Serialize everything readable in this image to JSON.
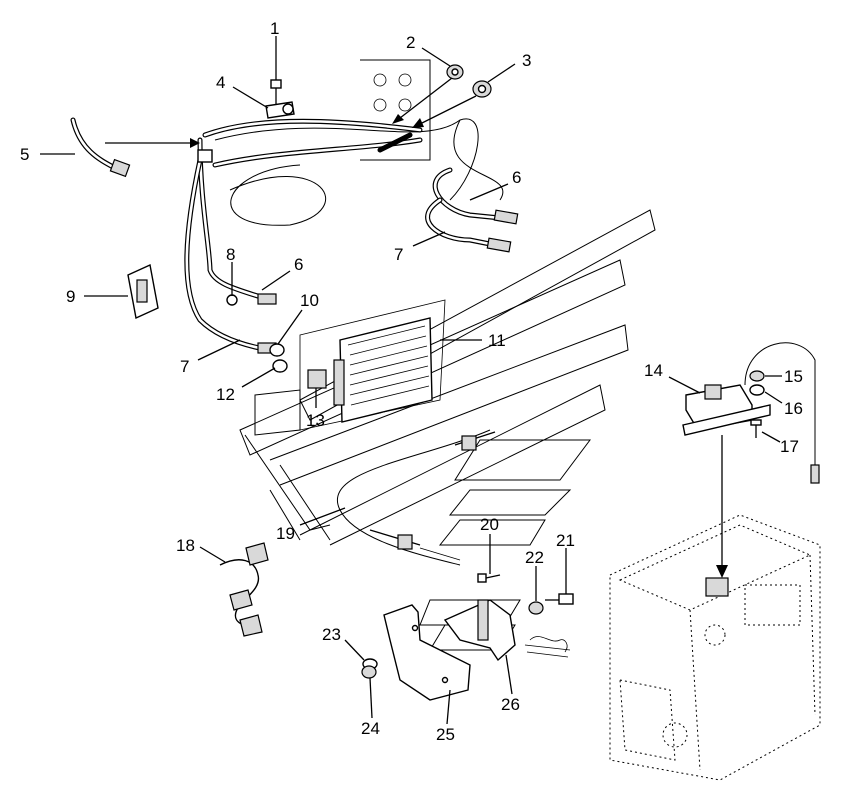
{
  "diagram": {
    "callouts": [
      {
        "id": "c1",
        "text": "1"
      },
      {
        "id": "c2",
        "text": "2"
      },
      {
        "id": "c3",
        "text": "3"
      },
      {
        "id": "c4",
        "text": "4"
      },
      {
        "id": "c5",
        "text": "5"
      },
      {
        "id": "c6a",
        "text": "6"
      },
      {
        "id": "c6b",
        "text": "6"
      },
      {
        "id": "c7a",
        "text": "7"
      },
      {
        "id": "c7b",
        "text": "7"
      },
      {
        "id": "c8",
        "text": "8"
      },
      {
        "id": "c9",
        "text": "9"
      },
      {
        "id": "c10",
        "text": "10"
      },
      {
        "id": "c11",
        "text": "11"
      },
      {
        "id": "c12",
        "text": "12"
      },
      {
        "id": "c13",
        "text": "13"
      },
      {
        "id": "c14",
        "text": "14"
      },
      {
        "id": "c15",
        "text": "15"
      },
      {
        "id": "c16",
        "text": "16"
      },
      {
        "id": "c17",
        "text": "17"
      },
      {
        "id": "c18",
        "text": "18"
      },
      {
        "id": "c19",
        "text": "19"
      },
      {
        "id": "c20",
        "text": "20"
      },
      {
        "id": "c21",
        "text": "21"
      },
      {
        "id": "c22",
        "text": "22"
      },
      {
        "id": "c23",
        "text": "23"
      },
      {
        "id": "c24",
        "text": "24"
      },
      {
        "id": "c25",
        "text": "25"
      },
      {
        "id": "c26",
        "text": "26"
      }
    ]
  }
}
